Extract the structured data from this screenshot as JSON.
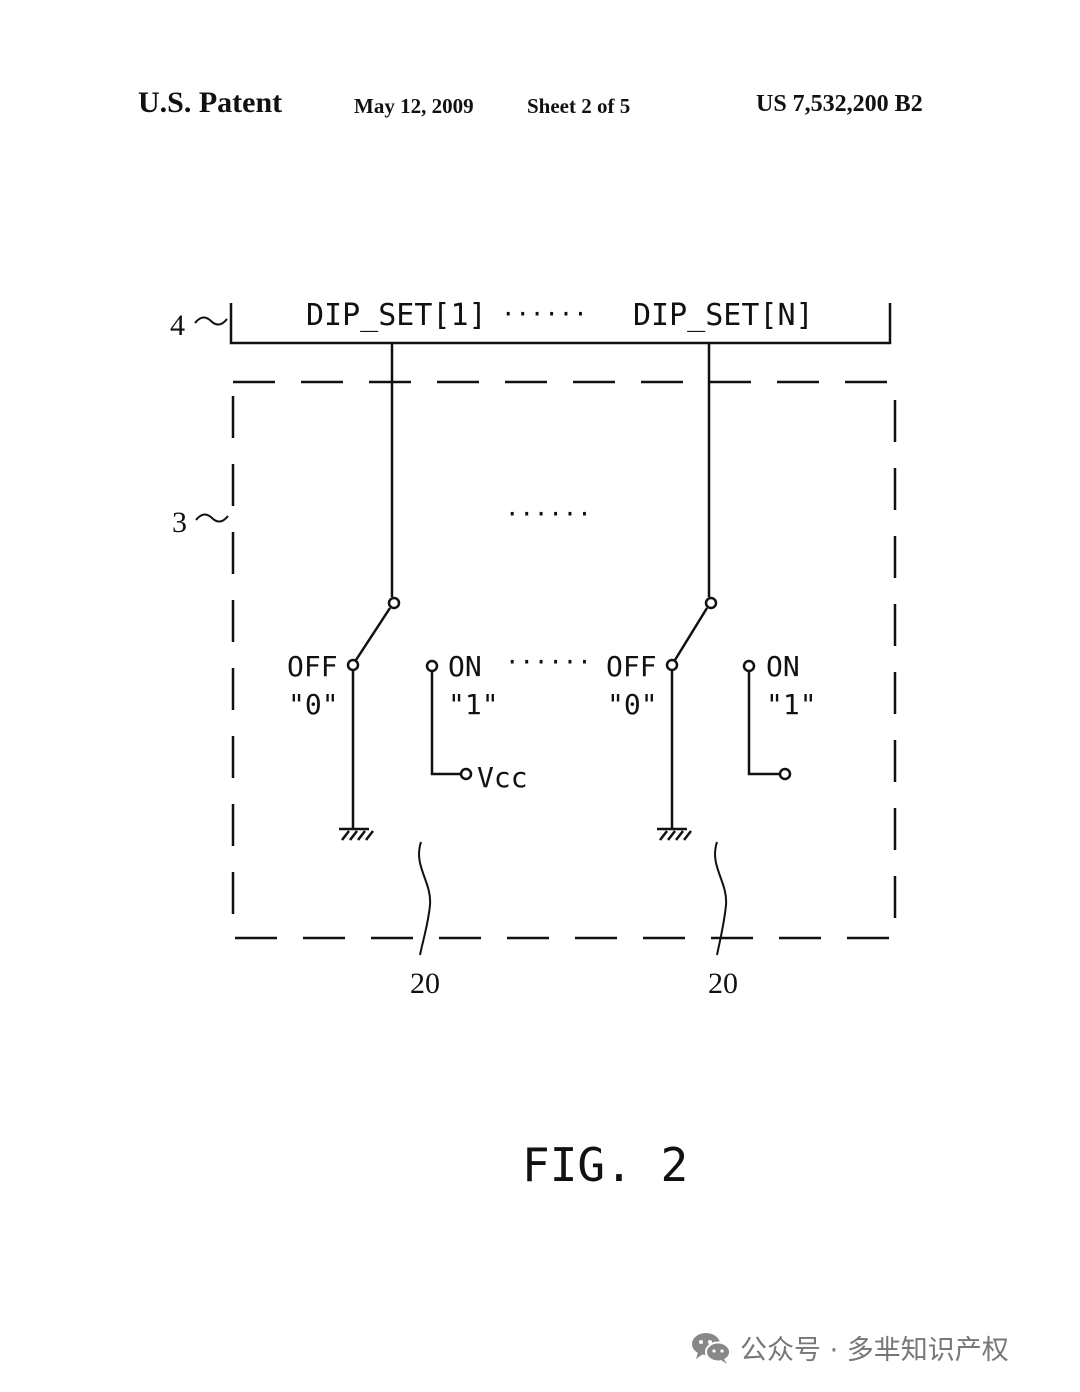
{
  "header": {
    "title": "U.S. Patent",
    "date": "May 12, 2009",
    "sheet": "Sheet 2 of 5",
    "patent_number": "US 7,532,200 B2"
  },
  "diagram": {
    "ref_bus": "4",
    "ref_box": "3",
    "bus_label_1": "DIP_SET[1]",
    "bus_dots": "······",
    "bus_label_n": "DIP_SET[N]",
    "middle_dots": "······",
    "switch_dots": "······",
    "switch1": {
      "off_label": "OFF",
      "off_value": "\"0\"",
      "on_label": "ON",
      "on_value": "\"1\"",
      "vcc": "Vcc",
      "ref": "20"
    },
    "switchN": {
      "off_label": "OFF",
      "off_value": "\"0\"",
      "on_label": "ON",
      "on_value": "\"1\"",
      "ref": "20"
    },
    "figure_label": "FIG. 2"
  },
  "watermark": {
    "text": "公众号 · 多芈知识产权",
    "icon": "wechat-icon",
    "color": "#777777"
  }
}
